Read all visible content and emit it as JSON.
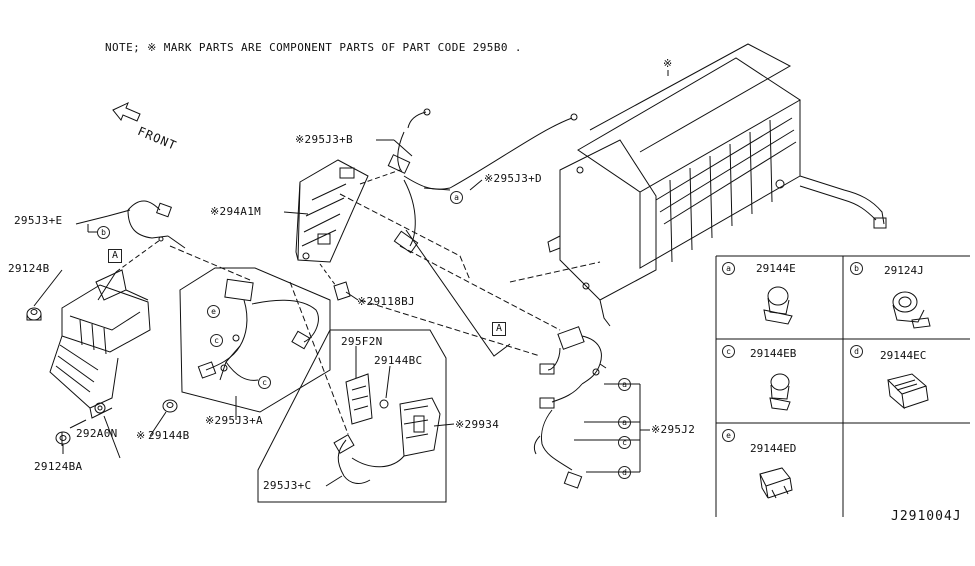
{
  "note": "NOTE; ※ MARK PARTS ARE COMPONENT PARTS OF PART CODE 295B0 .",
  "front_label": "FRONT",
  "diagram_code": "J291004J",
  "callouts": {
    "p295J3E": "295J3+E",
    "p29124B": "29124B",
    "p292A0N": "292A0N",
    "p29124BA": "29124BA",
    "p29144B": "29144B",
    "p295J3A": "※295J3+A",
    "p294A1M": "※294A1M",
    "p29118BJ": "※29118BJ",
    "p295J3B": "※295J3+B",
    "p295J3D": "※295J3+D",
    "p295F2N": "295F2N",
    "p29144BC": "29144BC",
    "p29934": "※29934",
    "p295J3C": "295J3+C",
    "p295J2": "※295J2",
    "battery_mark": "※",
    "p29144B_mark": "※"
  },
  "ref_letters": {
    "A": "A",
    "a": "a",
    "b": "b",
    "c": "c",
    "d": "d",
    "e": "e"
  },
  "legend": [
    {
      "letter": "a",
      "code": "29144E"
    },
    {
      "letter": "b",
      "code": "29124J"
    },
    {
      "letter": "c",
      "code": "29144EB"
    },
    {
      "letter": "d",
      "code": "29144EC"
    },
    {
      "letter": "e",
      "code": "29144ED"
    }
  ]
}
